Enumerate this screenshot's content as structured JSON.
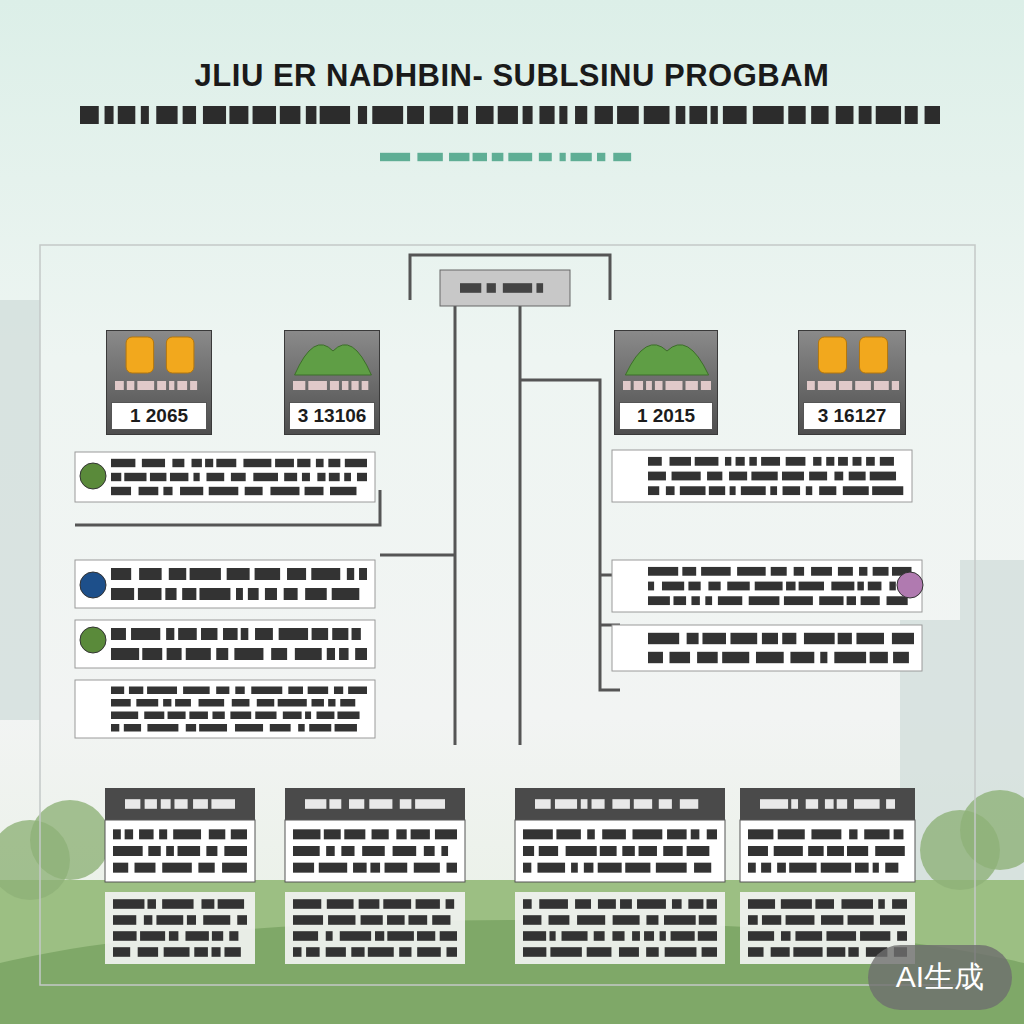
{
  "diagram": {
    "title": "JLIU ER NADHBIN- SUBLSINU PROGBAM",
    "nodes": [
      {
        "text": [
          "1 2065"
        ]
      },
      {
        "text": [
          "3 13106"
        ]
      },
      {
        "text": [
          "1 2015"
        ]
      },
      {
        "text": [
          "3 16127"
        ]
      }
    ],
    "labels": [
      "AI生成"
    ]
  }
}
